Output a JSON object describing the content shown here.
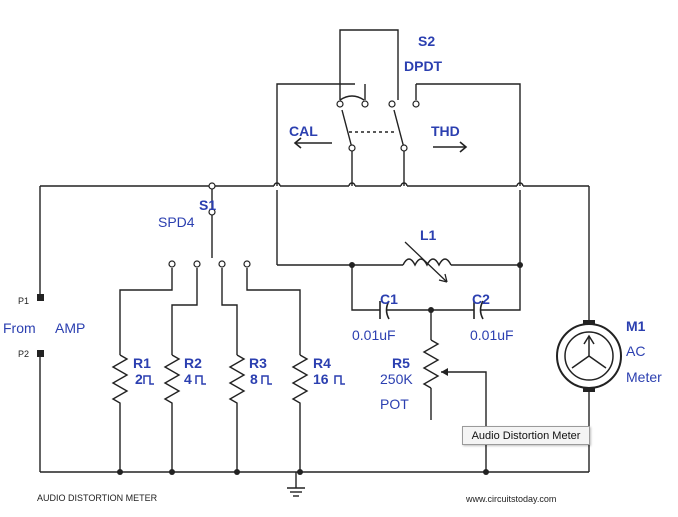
{
  "labels": {
    "s2": "S2",
    "s2_type": "DPDT",
    "cal": "CAL",
    "thd": "THD",
    "s1": "S1",
    "s1_type": "SPD4",
    "l1": "L1",
    "c1": "C1",
    "c1_value": "0.01uF",
    "c2": "C2",
    "c2_value": "0.01uF",
    "r5": "R5",
    "r5_value": "250K",
    "r5_type": "POT",
    "m1": "M1",
    "m1_type_1": "AC",
    "m1_type_2": "Meter",
    "r1": "R1",
    "r1_value": "2",
    "r2": "R2",
    "r2_value": "4",
    "r3": "R3",
    "r3_value": "8",
    "r4": "R4",
    "r4_value": "16",
    "p1": "P1",
    "p2": "P2",
    "from_amp_1": "From",
    "from_amp_2": "AMP",
    "footer_title": "AUDIO DISTORTION METER",
    "footer_site": "www.circuitstoday.com"
  },
  "tooltip": {
    "text": "Audio Distortion Meter"
  },
  "colors": {
    "wire": "#222222",
    "label": "#2b3fb0",
    "ohm_icon": "ohm-pulse-icon"
  }
}
